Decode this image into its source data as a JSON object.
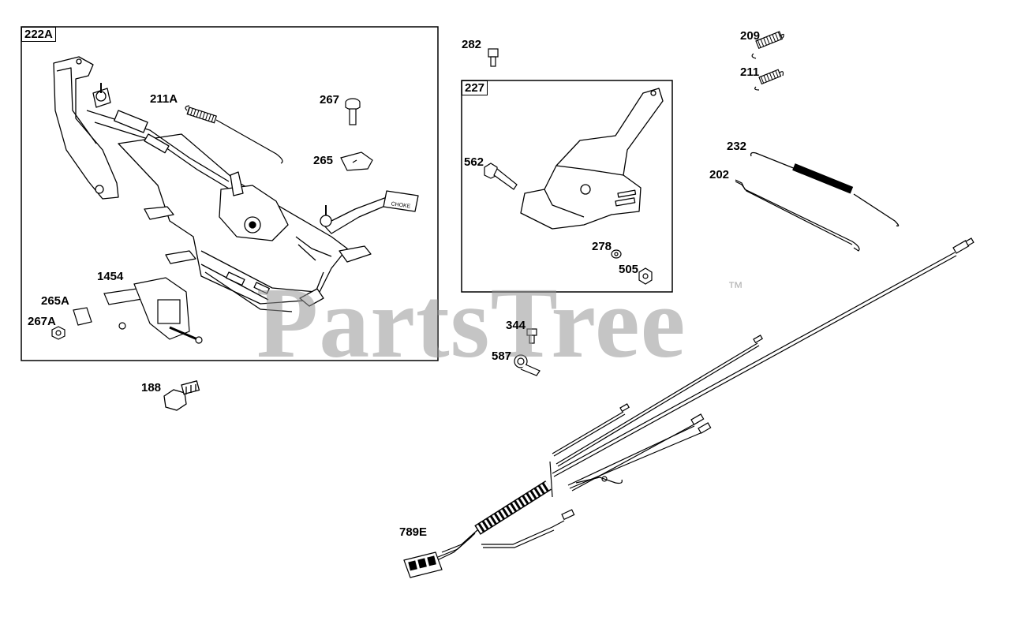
{
  "watermark": {
    "text": "PartsTree",
    "trademark": "™"
  },
  "groups": [
    {
      "id": "222A",
      "label": "222A"
    },
    {
      "id": "227",
      "label": "227"
    }
  ],
  "part_labels": {
    "p211A": "211A",
    "p267": "267",
    "p265": "265",
    "p1454": "1454",
    "p265A": "265A",
    "p267A": "267A",
    "p188": "188",
    "p282": "282",
    "p562": "562",
    "p278": "278",
    "p505": "505",
    "p344": "344",
    "p587": "587",
    "p209": "209",
    "p211": "211",
    "p232": "232",
    "p202": "202",
    "p789E": "789E"
  },
  "bracket_sticker_text": "CHOKE",
  "colors": {
    "line": "#000000",
    "fill": "#ffffff",
    "shade": "#d8d8d8",
    "watermark": "#969696"
  }
}
